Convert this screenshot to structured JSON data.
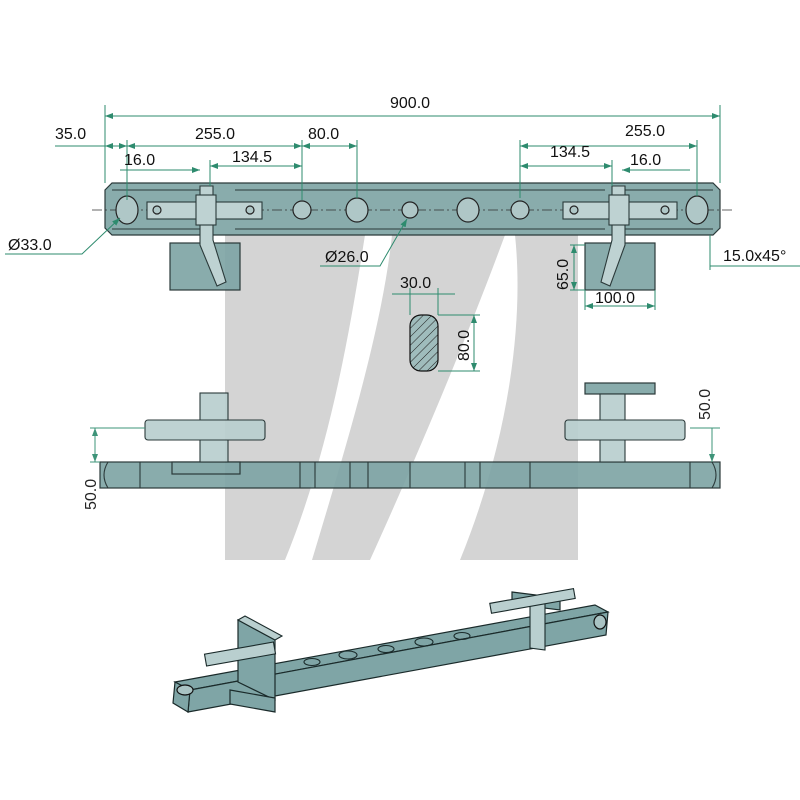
{
  "drawing": {
    "colors": {
      "part": "#7fa5a6",
      "dimension": "#2e8b6e",
      "watermark": "#d4d4d4"
    },
    "top_view": {
      "overall_length": "900.0",
      "end_offset": "35.0",
      "left_span": "255.0",
      "hole_pitch": "80.0",
      "left_inner": "134.5",
      "left_small": "16.0",
      "right_span": "255.0",
      "right_inner": "134.5",
      "right_small": "16.0",
      "end_hole_diameter": "Ø33.0",
      "hole_diameter": "Ø26.0",
      "chamfer": "15.0x45°",
      "block_height": "65.0",
      "block_width": "100.0"
    },
    "section": {
      "width": "30.0",
      "height": "80.0"
    },
    "front_view": {
      "left_pin_height": "50.0",
      "right_pin_height": "50.0"
    }
  }
}
